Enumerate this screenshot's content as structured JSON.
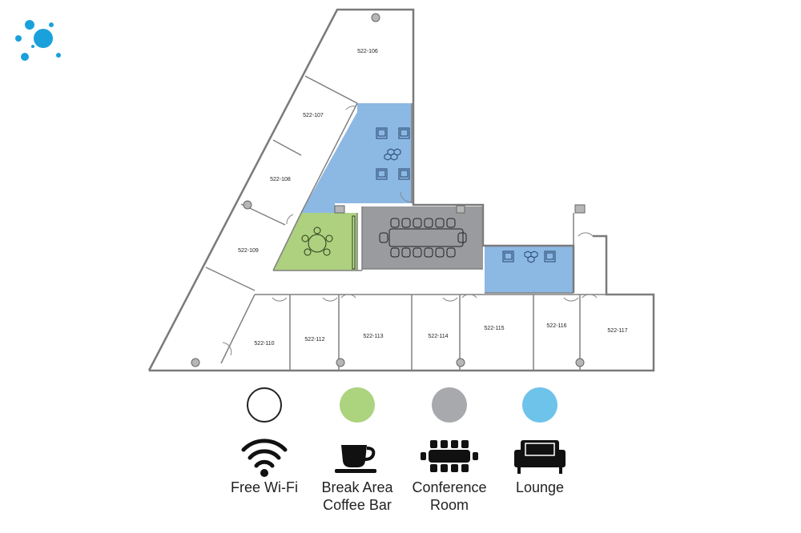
{
  "logo": {
    "icon": "bubbles-logo-icon",
    "color": "#1aa1dc"
  },
  "colors": {
    "wifi": "#ffffff",
    "break_area": "#acd37e",
    "conference": "#a7a9ac",
    "lounge": "#6ec3ea",
    "plan_lounge": "#8cb8e4",
    "plan_break": "#add17f",
    "plan_conference": "#9a9b9e",
    "wall": "#7a7a7a"
  },
  "rooms": [
    {
      "id": "r106",
      "label": "522-106"
    },
    {
      "id": "r107",
      "label": "522-107"
    },
    {
      "id": "r108",
      "label": "522-108"
    },
    {
      "id": "r109",
      "label": "522-109"
    },
    {
      "id": "r110",
      "label": "522-110"
    },
    {
      "id": "r112",
      "label": "522-112"
    },
    {
      "id": "r113",
      "label": "522-113"
    },
    {
      "id": "r114",
      "label": "522-114"
    },
    {
      "id": "r115",
      "label": "522-115"
    },
    {
      "id": "r116",
      "label": "522-116"
    },
    {
      "id": "r117",
      "label": "522-117"
    }
  ],
  "legend": [
    {
      "key": "wifi",
      "icon": "wifi-icon",
      "lines": [
        "Free Wi-Fi"
      ]
    },
    {
      "key": "break_area",
      "icon": "coffee-cup-icon",
      "lines": [
        "Break Area",
        "Coffee Bar"
      ]
    },
    {
      "key": "conference",
      "icon": "conference-table-icon",
      "lines": [
        "Conference",
        "Room"
      ]
    },
    {
      "key": "lounge",
      "icon": "sofa-icon",
      "lines": [
        "Lounge"
      ]
    }
  ]
}
